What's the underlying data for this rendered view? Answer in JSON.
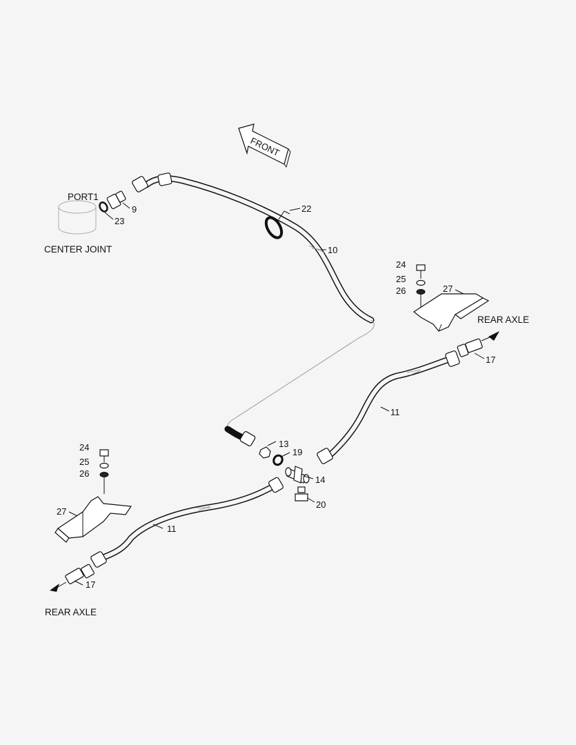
{
  "labels": {
    "front": "FRONT",
    "port": "PORT1",
    "center_joint": "CENTER JOINT",
    "rear_axle_right": "REAR AXLE",
    "rear_axle_left": "REAR AXLE",
    "p9": "9",
    "p23": "23",
    "p22": "22",
    "p10": "10",
    "p24a": "24",
    "p25a": "25",
    "p26a": "26",
    "p27a": "27",
    "p17a": "17",
    "p11a": "11",
    "p13": "13",
    "p19": "19",
    "p14": "14",
    "p20": "20",
    "p24b": "24",
    "p25b": "25",
    "p26b": "26",
    "p27b": "27",
    "p11b": "11",
    "p17b": "17"
  }
}
